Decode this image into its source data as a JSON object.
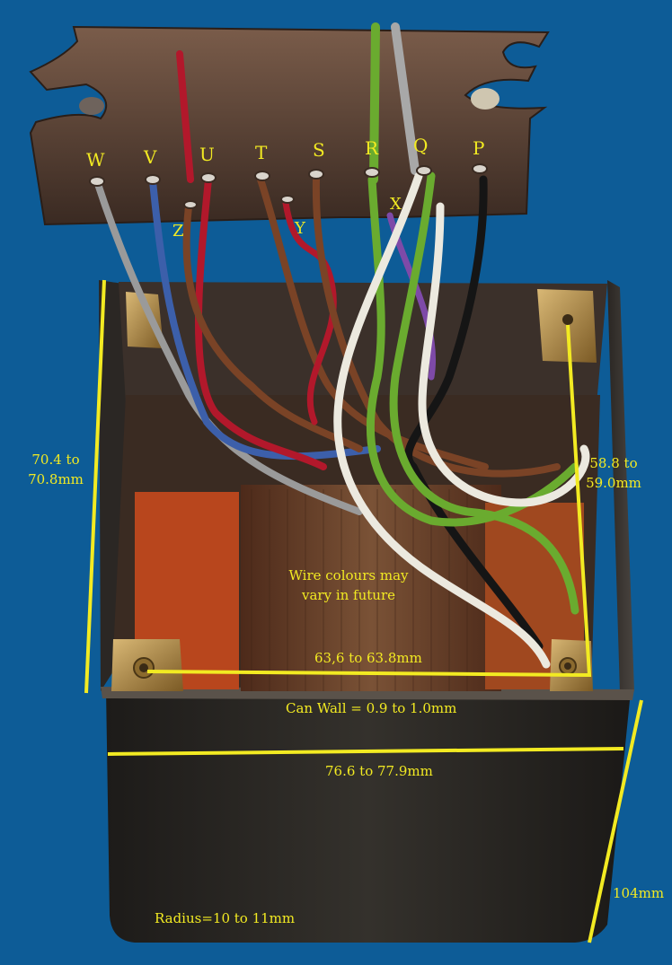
{
  "terminals": {
    "w": "W",
    "v": "V",
    "u": "U",
    "t": "T",
    "s": "S",
    "r": "R",
    "q": "Q",
    "p": "P",
    "z": "Z",
    "y": "Y",
    "x": "X"
  },
  "dimensions": {
    "left_height": "70.4 to 70.8mm",
    "right_depth": "58.8 to 59.0mm",
    "inner_width": "63,6 to 63.8mm",
    "can_wall": "Can Wall = 0.9 to 1.0mm",
    "outer_width": "76.6 to 77.9mm",
    "height": "104mm",
    "radius": "Radius=10 to 11mm"
  },
  "note": "Wire colours may vary in future",
  "colors": {
    "background": "#0d5c97",
    "annotation": "#f2ea22",
    "wire_red": "#b2182b",
    "wire_brown": "#7a4326",
    "wire_green": "#6aab2f",
    "wire_white": "#ece9df",
    "wire_blue": "#3c5faa",
    "wire_grey": "#9a9a9a",
    "wire_black": "#151515",
    "wire_purple": "#7e4aa8"
  }
}
